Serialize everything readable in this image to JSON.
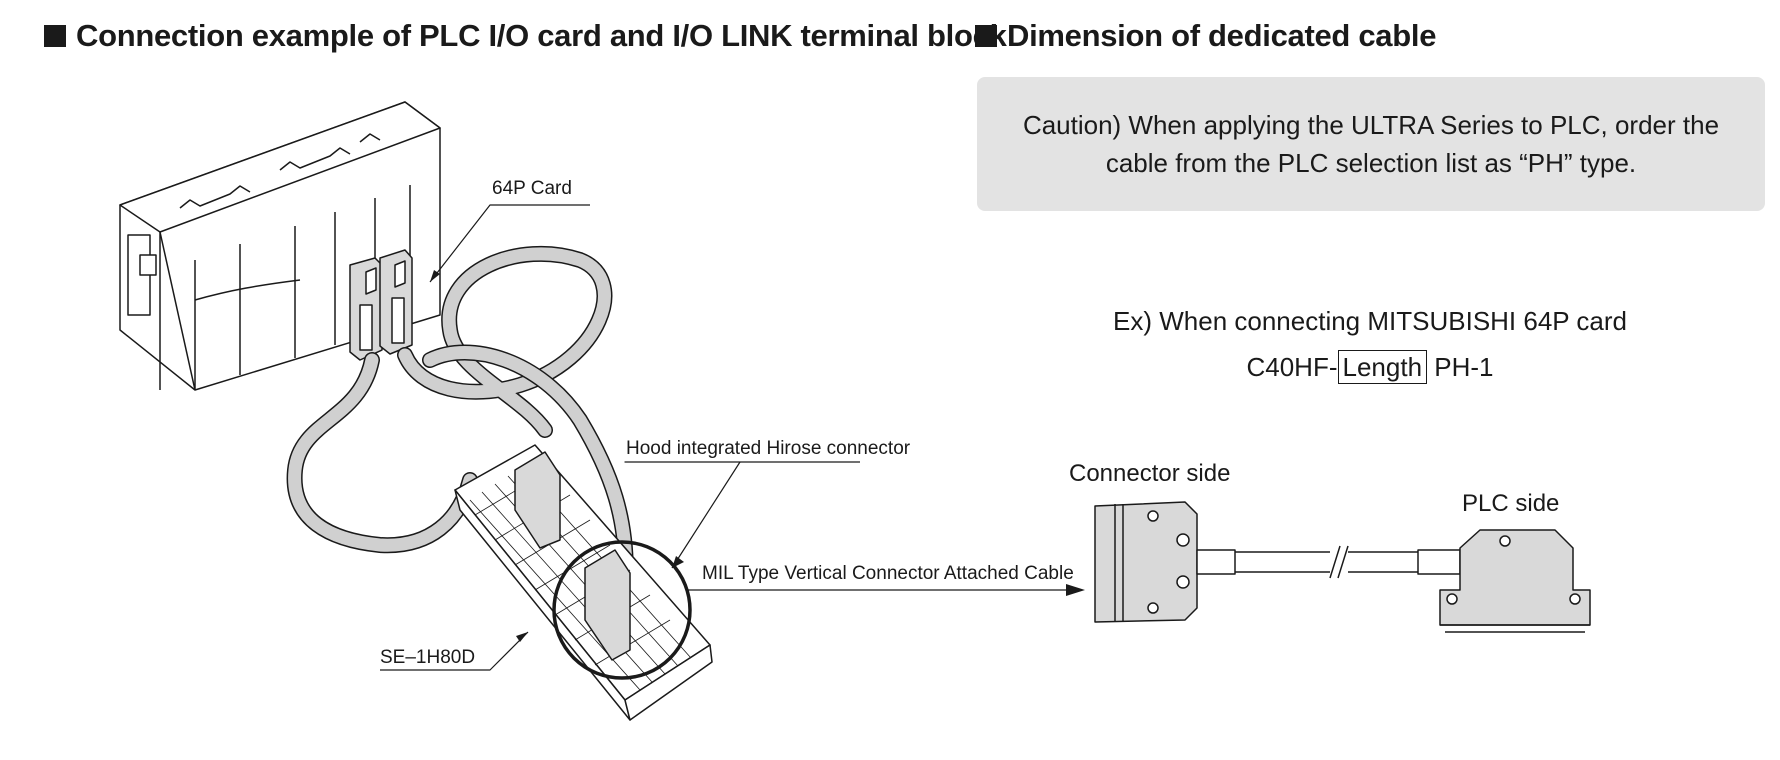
{
  "left_section": {
    "title": "Connection example of PLC I/O card and I/O LINK terminal block"
  },
  "right_section": {
    "title": "Dimension of dedicated cable",
    "caution": {
      "line1": "Caution) When applying the ULTRA Series to PLC, order the",
      "line2": "cable from the PLC selection list as “PH” type."
    },
    "example": {
      "line1": "Ex) When connecting MITSUBISHI 64P card",
      "code_prefix": "C40HF-",
      "code_box": "Length",
      "code_suffix": " PH-1"
    },
    "connector_side_label": "Connector side",
    "plc_side_label": "PLC side"
  },
  "callouts": {
    "card": "64P Card",
    "hood": "Hood integrated Hirose connector",
    "mil": "MIL Type Vertical Connector Attached Cable",
    "terminal": "SE–1H80D"
  },
  "colors": {
    "caution_bg": "#e3e3e3",
    "connector_fill": "#d9d9d9",
    "cable_fill": "#d0d0d0",
    "line": "#1a1a1a"
  }
}
